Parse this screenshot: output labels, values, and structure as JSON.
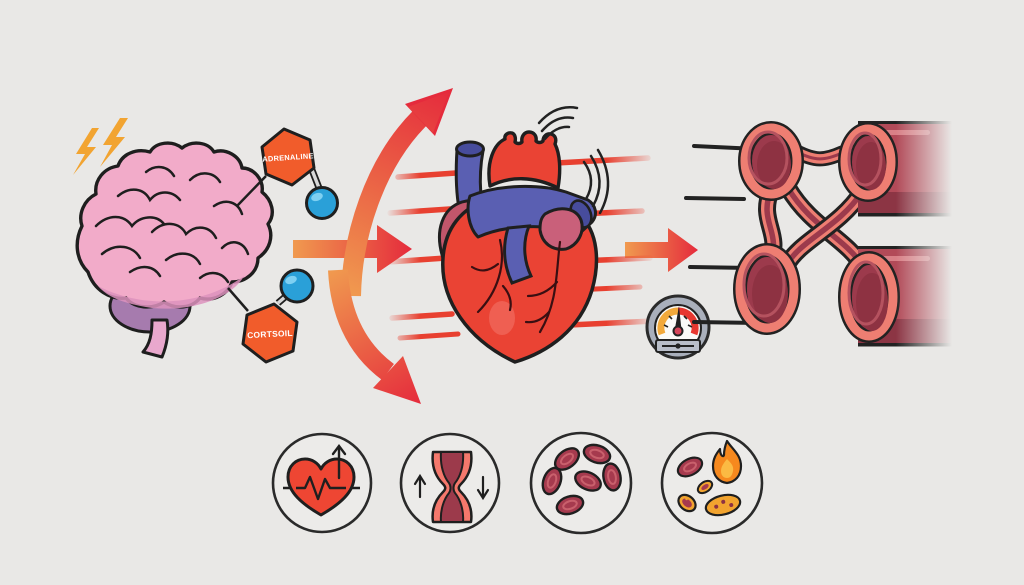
{
  "diagram": {
    "description_visible_text_only": true,
    "stages": [
      {
        "name": "stress-trigger",
        "icon": "brain-with-lightning-icon"
      },
      {
        "name": "hormone-release",
        "items": [
          {
            "label": "ADRENALINE",
            "icon": "hexagon-molecule-icon"
          },
          {
            "label": "CORTSOIL",
            "icon": "hexagon-molecule-icon"
          }
        ]
      },
      {
        "name": "racing-heart",
        "icon": "anatomical-heart-icon"
      },
      {
        "name": "blood-pressure",
        "icon": "pressure-gauge-icon"
      },
      {
        "name": "blood-vessels",
        "icon": "capillary-vessels-icon"
      }
    ],
    "effects": [
      {
        "name": "heart-rate-increase",
        "icon": "heart-ecg-up-arrow-icon"
      },
      {
        "name": "vessel-constriction",
        "icon": "narrowed-vessel-arrows-icon"
      },
      {
        "name": "blood-cells",
        "icon": "red-blood-cells-icon"
      },
      {
        "name": "inflammation",
        "icon": "cells-with-flame-icon"
      }
    ],
    "colors": {
      "background": "#e9e8e6",
      "arrow_orange": "#F09A4F",
      "arrow_red": "#E52B3C",
      "hexagon_orange": "#F15C2B",
      "molecule_blue": "#2AA0D8",
      "brain_pink": "#F2ABC9",
      "brain_purple": "#A67BAE",
      "heart_red": "#EA4334",
      "heart_blue": "#5A5FB2",
      "vessel_maroon": "#9C3A4C",
      "vessel_salmon": "#EE7E72",
      "tube_red": "#B24A58",
      "lightning_orange": "#F2A431",
      "gauge_orange": "#F2A93B",
      "gauge_red": "#E73730"
    }
  }
}
